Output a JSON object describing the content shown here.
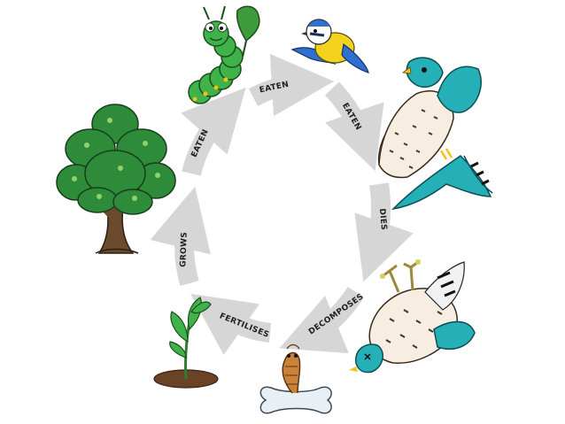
{
  "diagram": {
    "colors": {
      "arrow": "#d6d6d6",
      "foliage": "#2e8b3a",
      "trunk": "#6b4a2e",
      "falcon": "#25b0b8",
      "caterpillar": "#3fb34a",
      "bird_blue": "#2f6fd1",
      "bird_yellow": "#f2d21d",
      "soil": "#6a4326"
    },
    "stages": [
      {
        "id": "caterpillar",
        "icon": "caterpillar-icon"
      },
      {
        "id": "blue-tit",
        "icon": "small-bird-icon"
      },
      {
        "id": "kestrel",
        "icon": "falcon-icon"
      },
      {
        "id": "dead-kestrel",
        "icon": "dead-bird-icon"
      },
      {
        "id": "worm",
        "icon": "worm-on-bone-icon"
      },
      {
        "id": "seedling",
        "icon": "seedling-icon"
      },
      {
        "id": "oak-tree",
        "icon": "tree-icon"
      }
    ],
    "arrows": [
      {
        "id": "caterpillar-to-bird",
        "label": "EATEN"
      },
      {
        "id": "bird-to-kestrel",
        "label": "EATEN"
      },
      {
        "id": "kestrel-to-dead",
        "label": "DIES"
      },
      {
        "id": "dead-to-worm",
        "label": "DECOMPOSES"
      },
      {
        "id": "worm-to-seedling",
        "label": "FERTILISES"
      },
      {
        "id": "seedling-to-tree",
        "label": "GROWS"
      },
      {
        "id": "tree-to-caterpillar",
        "label": "EATEN"
      }
    ]
  }
}
